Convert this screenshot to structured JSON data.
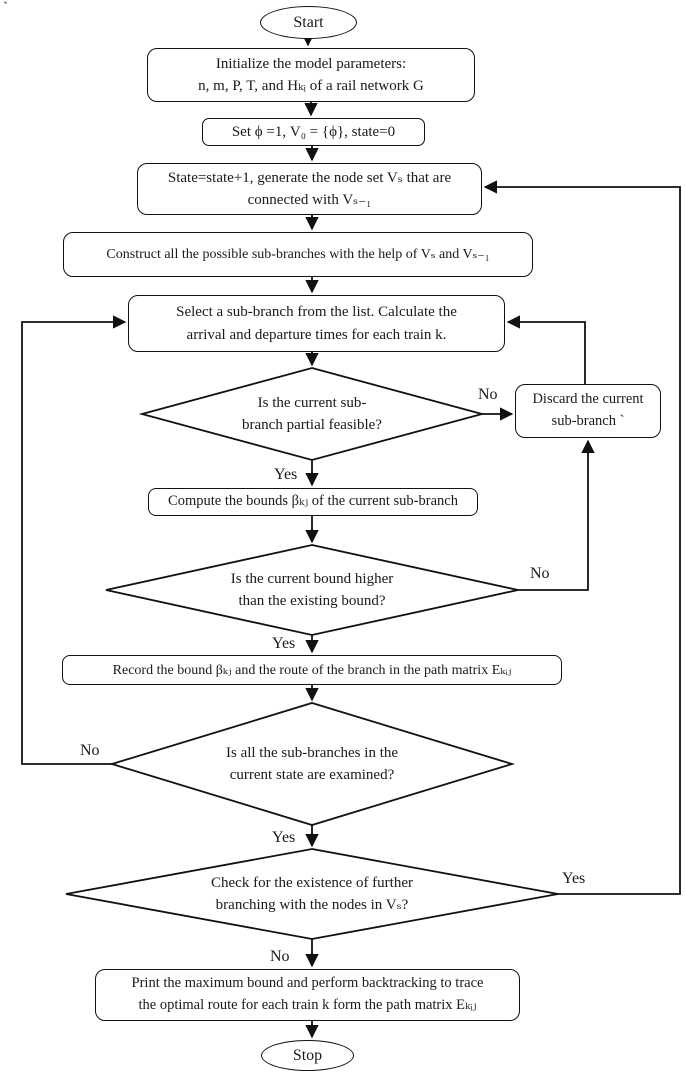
{
  "diagram_title": "Branch and bound flowchart for optimal train routing in a rail network",
  "colors": {
    "line": "#111111",
    "background": "#ffffff",
    "text": "#1a1a1a"
  },
  "stray_mark": "`",
  "nodes": {
    "start": {
      "label": "Start"
    },
    "init": {
      "line1": "Initialize the model parameters:",
      "line2": "n, m, P, T, and Hₖᵢ of a rail network G"
    },
    "set": {
      "label": "Set ϕ =1, V₀ = {ϕ}, state=0"
    },
    "state": {
      "line1": "State=state+1, generate the node set Vₛ that are",
      "line2": "connected with Vₛ₋₁"
    },
    "construct": {
      "label": "Construct all the possible sub-branches with the help of  Vₛ and Vₛ₋₁"
    },
    "select": {
      "line1": "Select a sub-branch from the list. Calculate the",
      "line2": "arrival and departure times for each train k."
    },
    "feasible": {
      "line1": "Is the current sub-",
      "line2": "branch  partial feasible?"
    },
    "discard": {
      "line1": "Discard the current",
      "line2": "sub-branch `"
    },
    "compute": {
      "label": "Compute the bounds βₖⱼ of the current sub-branch"
    },
    "bound_higher": {
      "line1": "Is the current bound higher",
      "line2": "than the existing bound?"
    },
    "record": {
      "label": "Record the bound βₖⱼ and the route of the branch in the path matrix Eₖᵢⱼ"
    },
    "examined": {
      "line1": "Is all the sub-branches in the",
      "line2": "current state are examined?"
    },
    "further_branching": {
      "line1": "Check for the existence of further",
      "line2": "branching with the nodes in Vₛ?"
    },
    "print": {
      "line1": "Print the maximum bound and perform backtracking to trace",
      "line2": "the optimal route for each train k form the path matrix Eₖᵢⱼ"
    },
    "stop": {
      "label": "Stop"
    }
  },
  "edge_labels": {
    "no_feasible": "No",
    "yes_feasible": "Yes",
    "no_bound": "No",
    "yes_bound": "Yes",
    "no_examined": "No",
    "yes_examined": "Yes",
    "yes_further": "Yes",
    "no_further": "No"
  }
}
